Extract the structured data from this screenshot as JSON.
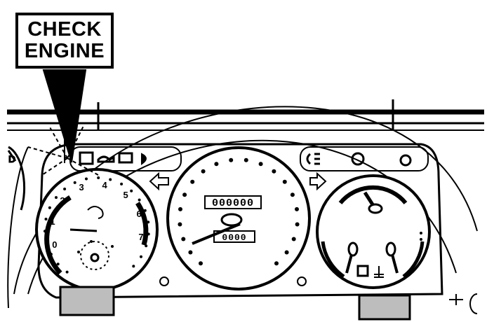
{
  "callout": {
    "line1": "CHECK",
    "line2": "ENGINE"
  },
  "tachometer": {
    "scale_numbers": [
      "0",
      "1",
      "2",
      "3",
      "4",
      "5",
      "6",
      "7"
    ]
  },
  "speedometer": {
    "odometer": "000000",
    "trip": "0000"
  },
  "colors": {
    "ink": "#000000",
    "paper": "#ffffff"
  }
}
